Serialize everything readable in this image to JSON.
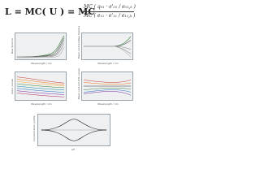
{
  "equation": {
    "lhs": "L = MC( U ) = MC",
    "numerator": "MC ( q₀₁ · e'₀₁ / e₀₁,ₖ )",
    "denominator": "MC ( e₁₁ · e'₁₁ / e₁₁,ₖ )"
  },
  "panels": [
    {
      "ylabel": "Raw Spectra",
      "xlabel": "Wavelength / nm"
    },
    {
      "ylabel": "Mean centred Raw Spectra",
      "xlabel": "Wavelength / nm"
    },
    {
      "ylabel": "Score values",
      "xlabel": "Wavelength / nm"
    },
    {
      "ylabel": "Mean centred of R values",
      "xlabel": "Wavelength / nm"
    },
    {
      "ylabel": "Concentration profile",
      "xlabel": "pH"
    }
  ]
}
